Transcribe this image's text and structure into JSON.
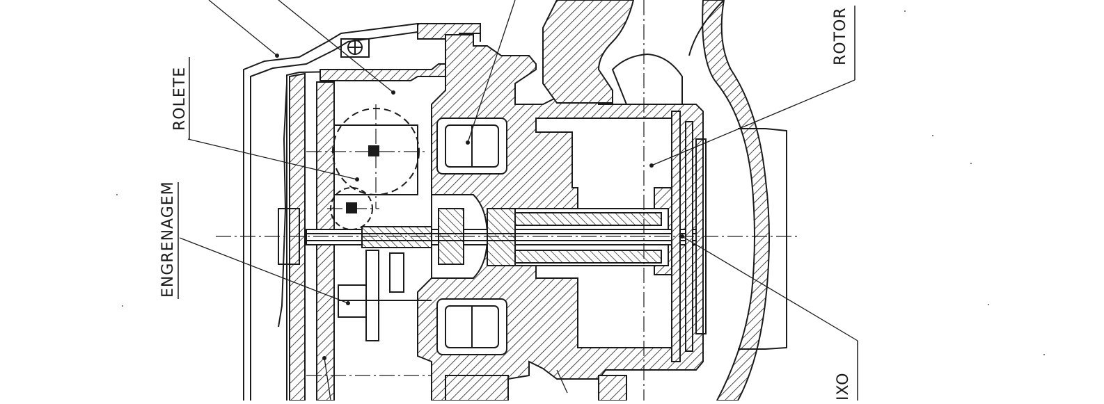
{
  "labels": {
    "rolete": "ROLETE",
    "engrenagem": "ENGRENAGEM",
    "rotor": "ROTOR",
    "eixo_partial": "IXO"
  },
  "colors": {
    "ink": "#1a1a1a",
    "paper": "#ffffff"
  }
}
